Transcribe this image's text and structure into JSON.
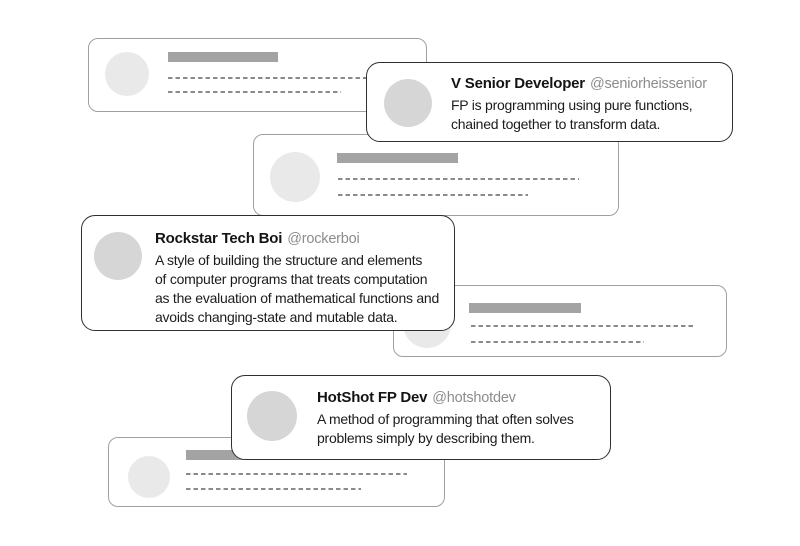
{
  "colors": {
    "page_bg": "#ffffff",
    "skeleton_border": "#a0a0a0",
    "real_border": "#2f2f2f",
    "skeleton_avatar": "#e9e9e9",
    "real_avatar": "#d6d6d6",
    "name_bar": "#a3a3a3",
    "dash": "#8a8a8a",
    "name_text": "#141414",
    "handle_text": "#8c8c8c",
    "body_text": "#1c1c1c"
  },
  "cards": {
    "senior": {
      "name": "V Senior Developer",
      "handle": "@seniorheissenior",
      "body": "FP is programming using pure functions,\nchained together to transform data."
    },
    "rockstar": {
      "name": "Rockstar Tech Boi",
      "handle": "@rockerboi",
      "body": "A style of building the structure and elements\nof computer programs that treats computation\nas the evaluation of mathematical functions and\navoids changing-state and mutable data."
    },
    "hotshot": {
      "name": "HotShot FP Dev",
      "handle": "@hotshotdev",
      "body": "A method of programming that often solves\nproblems simply by describing them."
    }
  }
}
